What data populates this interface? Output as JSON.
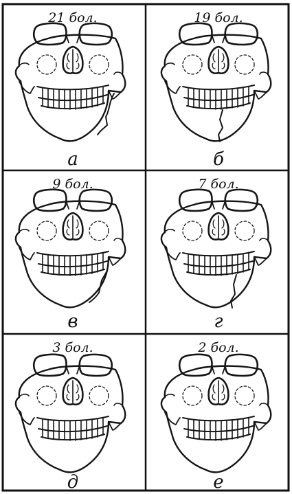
{
  "panels": [
    {
      "count": "21 бол.",
      "letter": "а",
      "fracture": "right-angle"
    },
    {
      "count": "19 бол.",
      "letter": "б",
      "fracture": "midline"
    },
    {
      "count": "9 бол.",
      "letter": "в",
      "fracture": "right-body"
    },
    {
      "count": "7 бол.",
      "letter": "г",
      "fracture": "paramedian"
    },
    {
      "count": "3 бол.",
      "letter": "д",
      "fracture": "none"
    },
    {
      "count": "2 бол.",
      "letter": "е",
      "fracture": "none"
    }
  ]
}
